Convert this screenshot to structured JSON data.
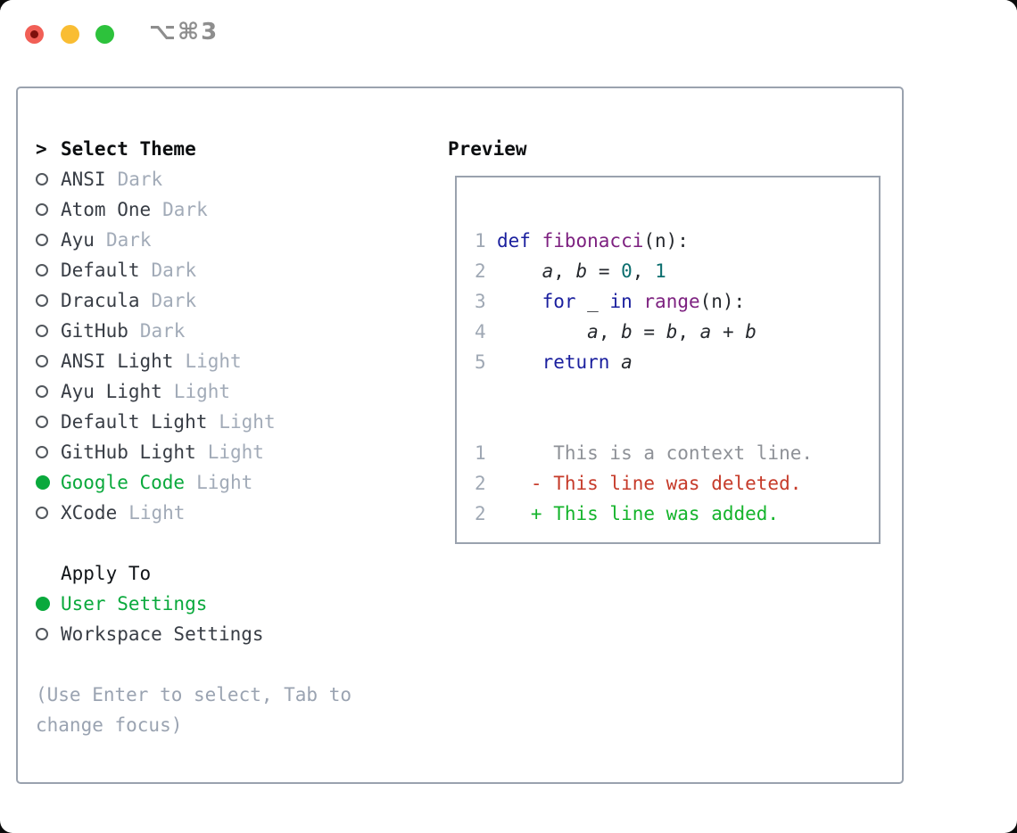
{
  "window": {
    "title": "⌥⌘3"
  },
  "colors": {
    "selection_green": "#0aa93c",
    "panel_border": "#9aa2ae",
    "muted_gray": "#a2abb8",
    "diff_red": "#c63b2a",
    "diff_green": "#15b42c",
    "syntax_keyword": "#1a1f9e",
    "syntax_function": "#7d2180",
    "syntax_number": "#0b6e6e"
  },
  "theme_selector": {
    "header_prefix": ">",
    "header": "Select Theme",
    "items": [
      {
        "name": "ANSI",
        "variant": "Dark",
        "selected": false
      },
      {
        "name": "Atom One",
        "variant": "Dark",
        "selected": false
      },
      {
        "name": "Ayu",
        "variant": "Dark",
        "selected": false
      },
      {
        "name": "Default",
        "variant": "Dark",
        "selected": false
      },
      {
        "name": "Dracula",
        "variant": "Dark",
        "selected": false
      },
      {
        "name": "GitHub",
        "variant": "Dark",
        "selected": false
      },
      {
        "name": "ANSI Light",
        "variant": "Light",
        "selected": false
      },
      {
        "name": "Ayu Light",
        "variant": "Light",
        "selected": false
      },
      {
        "name": "Default Light",
        "variant": "Light",
        "selected": false
      },
      {
        "name": "GitHub Light",
        "variant": "Light",
        "selected": false
      },
      {
        "name": "Google Code",
        "variant": "Light",
        "selected": true
      },
      {
        "name": "XCode",
        "variant": "Light",
        "selected": false
      }
    ]
  },
  "apply_to": {
    "header": "Apply To",
    "items": [
      {
        "name": "User Settings",
        "selected": true
      },
      {
        "name": "Workspace Settings",
        "selected": false
      }
    ]
  },
  "help_text": "(Use Enter to select, Tab to change focus)",
  "preview": {
    "header": "Preview",
    "code_lines": [
      {
        "number": "1",
        "tokens": [
          {
            "style": "keyword",
            "text": "def "
          },
          {
            "style": "function",
            "text": "fibonacci"
          },
          {
            "style": "plain",
            "text": "(n):"
          }
        ]
      },
      {
        "number": "2",
        "tokens": [
          {
            "style": "plain",
            "text": "    "
          },
          {
            "style": "variable",
            "text": "a"
          },
          {
            "style": "plain",
            "text": ", "
          },
          {
            "style": "variable",
            "text": "b"
          },
          {
            "style": "plain",
            "text": " = "
          },
          {
            "style": "number",
            "text": "0"
          },
          {
            "style": "plain",
            "text": ", "
          },
          {
            "style": "number",
            "text": "1"
          }
        ]
      },
      {
        "number": "3",
        "tokens": [
          {
            "style": "plain",
            "text": "    "
          },
          {
            "style": "keyword",
            "text": "for"
          },
          {
            "style": "plain",
            "text": " _ "
          },
          {
            "style": "keyword",
            "text": "in"
          },
          {
            "style": "plain",
            "text": " "
          },
          {
            "style": "function",
            "text": "range"
          },
          {
            "style": "plain",
            "text": "(n):"
          }
        ]
      },
      {
        "number": "4",
        "tokens": [
          {
            "style": "plain",
            "text": "        "
          },
          {
            "style": "variable",
            "text": "a"
          },
          {
            "style": "plain",
            "text": ", "
          },
          {
            "style": "variable",
            "text": "b"
          },
          {
            "style": "plain",
            "text": " = "
          },
          {
            "style": "variable",
            "text": "b"
          },
          {
            "style": "plain",
            "text": ", "
          },
          {
            "style": "variable",
            "text": "a"
          },
          {
            "style": "plain",
            "text": " + "
          },
          {
            "style": "variable",
            "text": "b"
          }
        ]
      },
      {
        "number": "5",
        "tokens": [
          {
            "style": "plain",
            "text": "    "
          },
          {
            "style": "keyword",
            "text": "return"
          },
          {
            "style": "plain",
            "text": " "
          },
          {
            "style": "variable",
            "text": "a"
          }
        ]
      }
    ],
    "diff_lines": [
      {
        "number": "1",
        "kind": "context",
        "text": "     This is a context line."
      },
      {
        "number": "2",
        "kind": "deleted",
        "text": "   - This line was deleted."
      },
      {
        "number": "2",
        "kind": "added",
        "text": "   + This line was added."
      }
    ]
  }
}
